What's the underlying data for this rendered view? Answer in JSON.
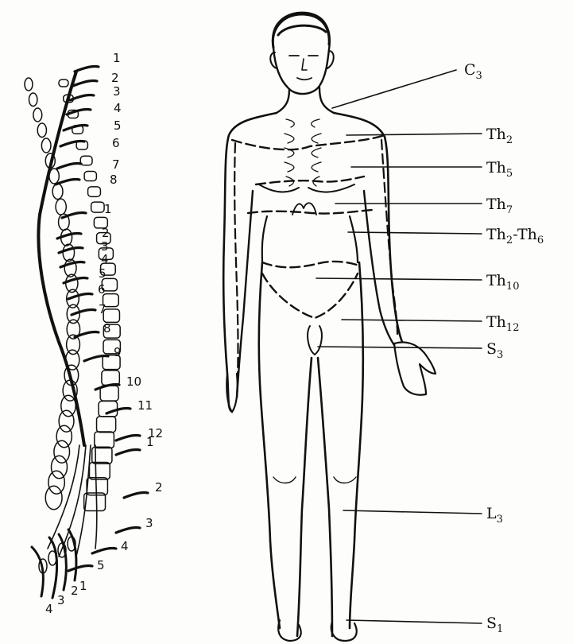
{
  "spine_numbers": {
    "cervical": [
      "1",
      "2",
      "3",
      "4",
      "5",
      "6",
      "7",
      "8"
    ],
    "thoracic": [
      "1",
      "2",
      "3",
      "4",
      "5",
      "6",
      "7",
      "8",
      "9",
      "10",
      "11",
      "12"
    ],
    "lumbar": [
      "1",
      "2",
      "3",
      "4",
      "5"
    ],
    "sacral": [
      "1",
      "2",
      "3",
      "4"
    ]
  },
  "labels": {
    "c3": {
      "main": "C",
      "sub": "3"
    },
    "th2": {
      "main": "Th",
      "sub": "2"
    },
    "th5": {
      "main": "Th",
      "sub": "5"
    },
    "th7": {
      "main": "Th",
      "sub": "7"
    },
    "th2_th6": {
      "main": "Th",
      "sub": "2",
      "dash": "-Th",
      "sub2": "6"
    },
    "th10": {
      "main": "Th",
      "sub": "10"
    },
    "th12": {
      "main": "Th",
      "sub": "12"
    },
    "s3": {
      "main": "S",
      "sub": "3"
    },
    "l3": {
      "main": "L",
      "sub": "3"
    },
    "s1": {
      "main": "S",
      "sub": "1"
    }
  }
}
